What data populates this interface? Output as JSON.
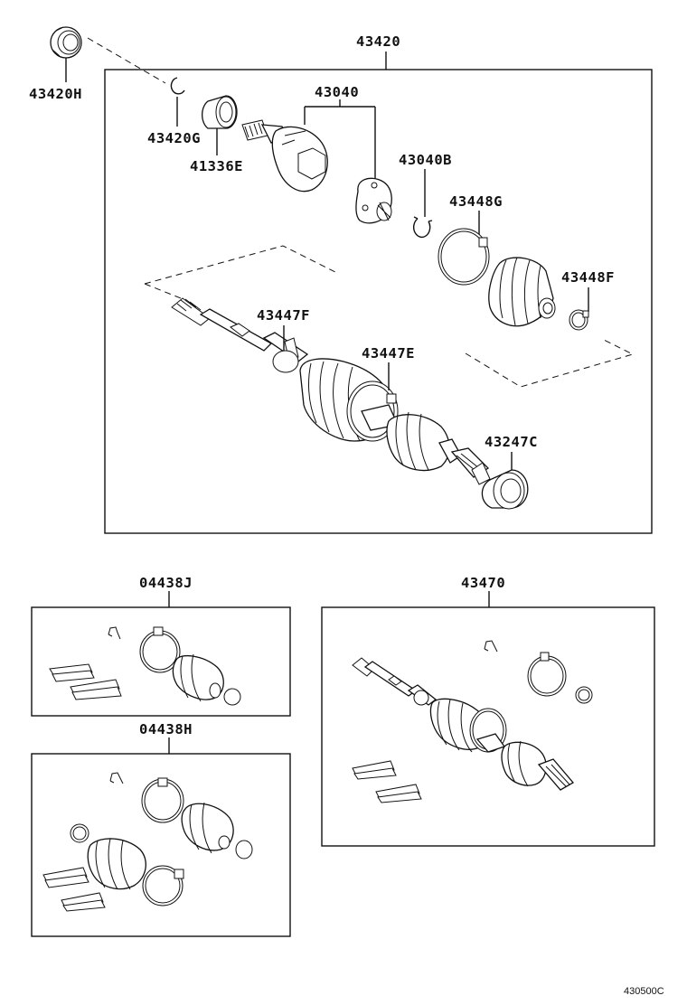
{
  "labels": {
    "p43420": "43420",
    "p43420H": "43420H",
    "p43040": "43040",
    "p43420G": "43420G",
    "p41336E": "41336E",
    "p43040B": "43040B",
    "p43448G": "43448G",
    "p43448F": "43448F",
    "p43447F": "43447F",
    "p43447E": "43447E",
    "p43247C": "43247C",
    "p04438J": "04438J",
    "p43470": "43470",
    "p04438H": "04438H"
  },
  "footer": {
    "diagram_code": "430500C"
  }
}
